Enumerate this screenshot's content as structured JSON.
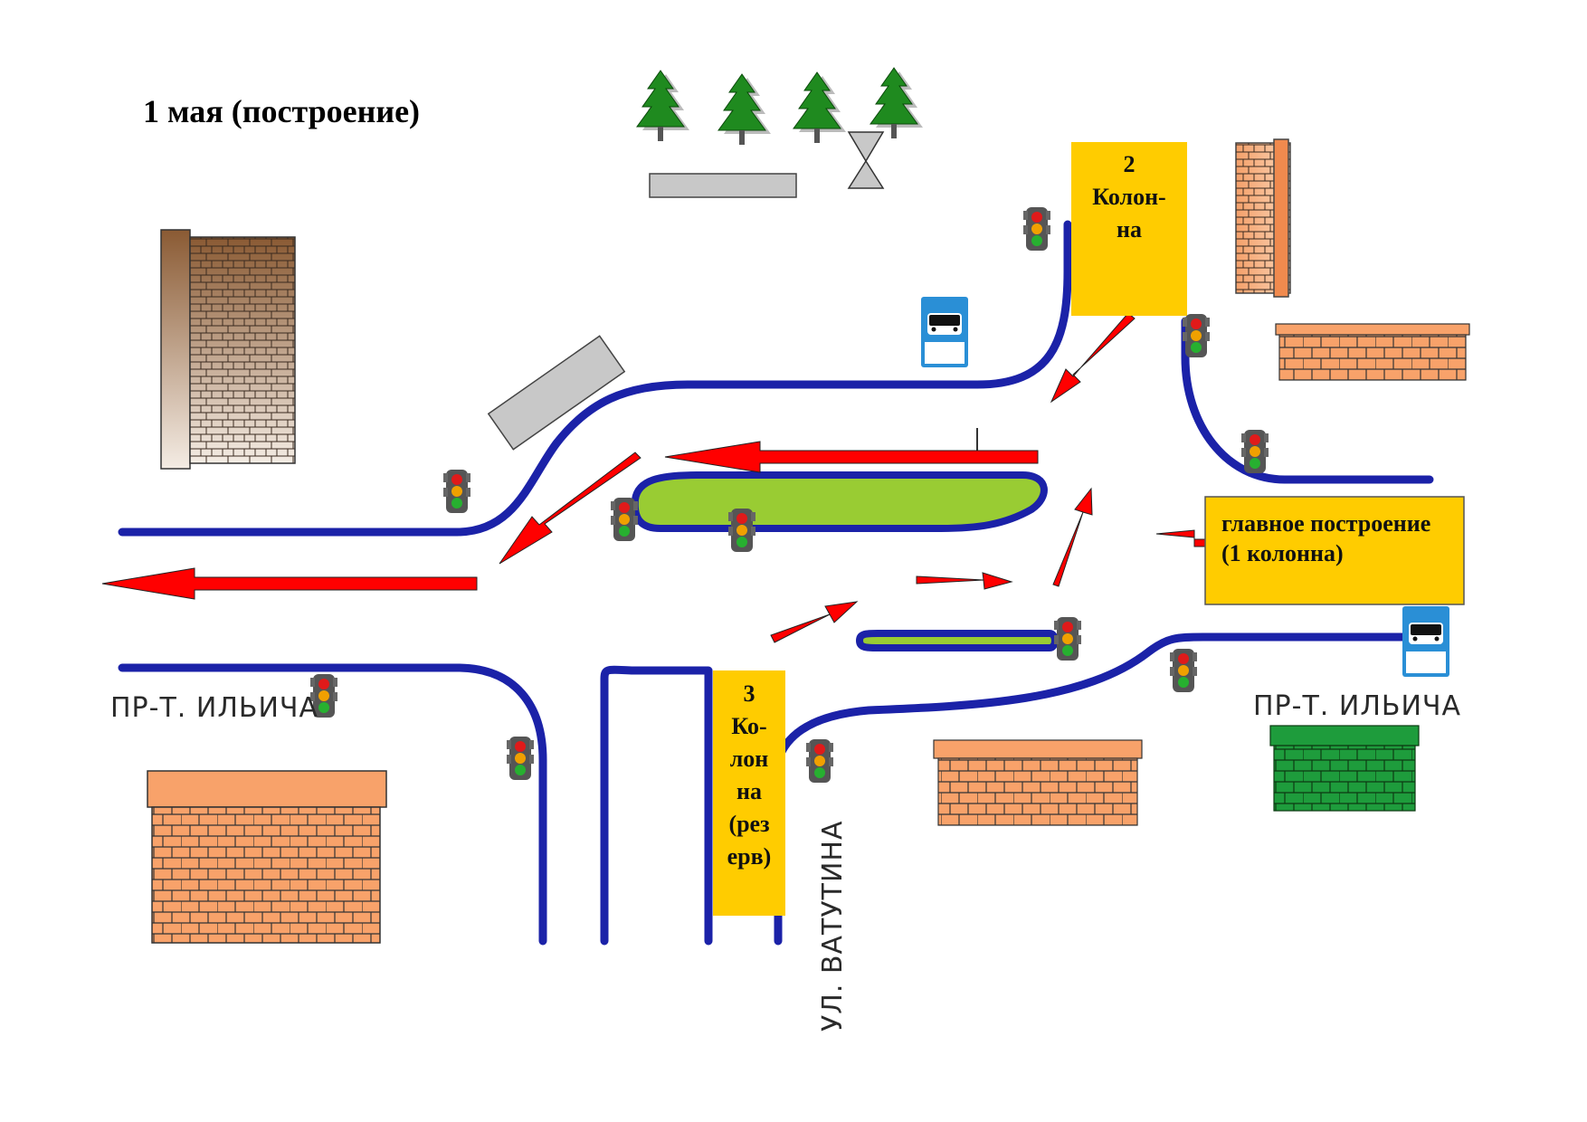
{
  "title": "1 мая (построение)",
  "streets": {
    "left": "ПР-Т. ИЛЬИЧА",
    "right": "ПР-Т. ИЛЬИЧА",
    "vertical": "УЛ. ВАТУТИНА"
  },
  "columns": {
    "column2": [
      "2",
      "Колон-",
      "на"
    ],
    "main": [
      "главное построение",
      "(1 колонна)"
    ],
    "column3": [
      "3",
      "Ко-",
      "лон",
      "на",
      "(рез",
      "ерв)"
    ]
  },
  "colors": {
    "road": "#1b22a8",
    "arrow": "#ff0000",
    "yellow_box": "#ffcc00",
    "island": "#99cc33",
    "tree": "#1f8a1f",
    "bus_sign": "#2a8fd6"
  },
  "icons": [
    "traffic-light-icon",
    "bus-stop-icon",
    "tree-icon",
    "building-icon",
    "monument-icon"
  ]
}
